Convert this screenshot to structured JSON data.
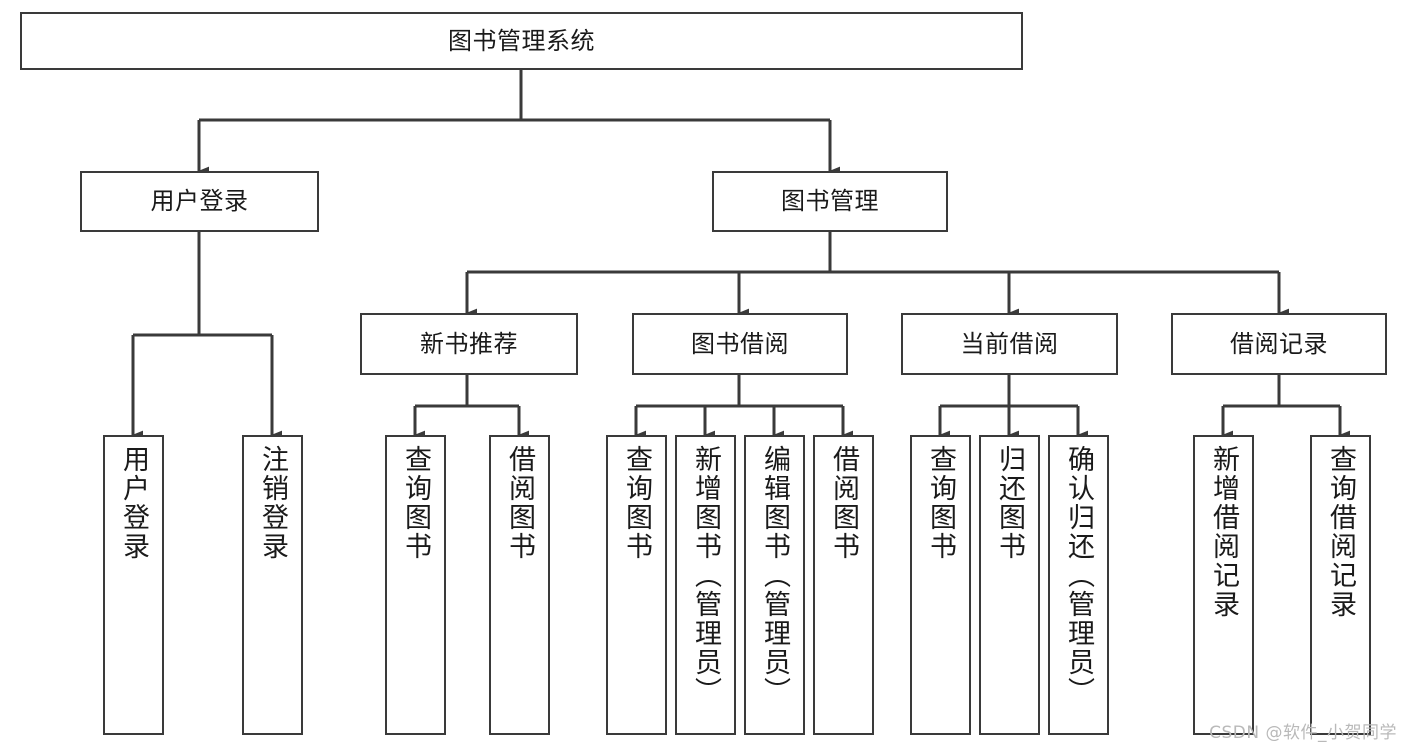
{
  "diagram": {
    "title": "图书管理系统",
    "type": "tree-hierarchy-diagram",
    "watermark": "CSDN @软件_小贺同学",
    "colors": {
      "box_border": "#3a3a3a",
      "box_fill": "#ffffff",
      "connector": "#3a3a3a",
      "text": "#1a1a1a",
      "watermark": "#b9b9b9",
      "background": "#ffffff"
    },
    "root": {
      "id": "root",
      "label": "图书管理系统"
    },
    "level1": [
      {
        "id": "user-login",
        "label": "用户登录"
      },
      {
        "id": "book-management",
        "label": "图书管理"
      }
    ],
    "level2": [
      {
        "id": "new-book-recommend",
        "label": "新书推荐",
        "parent": "book-management"
      },
      {
        "id": "book-borrow",
        "label": "图书借阅",
        "parent": "book-management"
      },
      {
        "id": "current-borrow",
        "label": "当前借阅",
        "parent": "book-management"
      },
      {
        "id": "borrow-record",
        "label": "借阅记录",
        "parent": "book-management"
      }
    ],
    "leaves": [
      {
        "id": "leaf-user-login",
        "label": "用户登录",
        "parent": "user-login"
      },
      {
        "id": "leaf-logout-login",
        "label": "注销登录",
        "parent": "user-login"
      },
      {
        "id": "leaf-query-book-1",
        "label": "查询图书",
        "parent": "new-book-recommend"
      },
      {
        "id": "leaf-borrow-book-1",
        "label": "借阅图书",
        "parent": "new-book-recommend"
      },
      {
        "id": "leaf-query-book-2",
        "label": "查询图书",
        "parent": "book-borrow"
      },
      {
        "id": "leaf-add-book",
        "label": "新增图书（管理员）",
        "parent": "book-borrow"
      },
      {
        "id": "leaf-edit-book",
        "label": "编辑图书（管理员）",
        "parent": "book-borrow"
      },
      {
        "id": "leaf-borrow-book-2",
        "label": "借阅图书",
        "parent": "book-borrow"
      },
      {
        "id": "leaf-query-book-3",
        "label": "查询图书",
        "parent": "current-borrow"
      },
      {
        "id": "leaf-return-book",
        "label": "归还图书",
        "parent": "current-borrow"
      },
      {
        "id": "leaf-confirm-return",
        "label": "确认归还（管理员）",
        "parent": "current-borrow"
      },
      {
        "id": "leaf-add-record",
        "label": "新增借阅记录",
        "parent": "borrow-record"
      },
      {
        "id": "leaf-query-record",
        "label": "查询借阅记录",
        "parent": "borrow-record"
      }
    ]
  }
}
